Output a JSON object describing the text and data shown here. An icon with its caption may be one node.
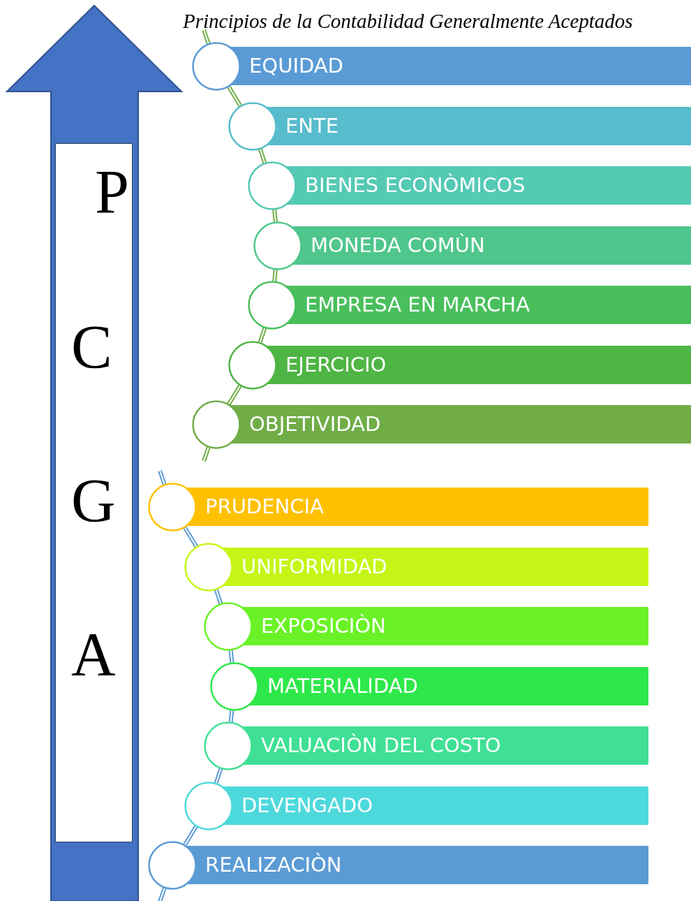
{
  "diagram": {
    "title": "Principios de la Contabilidad Generalmente Aceptados",
    "nodes": [
      {
        "text": [
          "P",
          "C",
          "G",
          "A"
        ]
      },
      {
        "text": [
          "EQUIDAD"
        ]
      },
      {
        "text": [
          "ENTE"
        ]
      },
      {
        "text": [
          "BIENES ECONÒMICOS"
        ]
      },
      {
        "text": [
          "MONEDA COMÙN"
        ]
      },
      {
        "text": [
          "EMPRESA EN MARCHA"
        ]
      },
      {
        "text": [
          "EJERCICIO"
        ]
      },
      {
        "text": [
          "OBJETIVIDAD"
        ]
      },
      {
        "text": [
          "PRUDENCIA"
        ]
      },
      {
        "text": [
          "UNIFORMIDAD"
        ]
      },
      {
        "text": [
          "EXPOSICIÒN"
        ]
      },
      {
        "text": [
          "MATERIALIDAD"
        ]
      },
      {
        "text": [
          "VALUACIÒN DEL COSTO"
        ]
      },
      {
        "text": [
          "DEVENGADO"
        ]
      },
      {
        "text": [
          "REALIZACIÒN"
        ]
      }
    ],
    "edges": [
      {
        "from": null,
        "to": 1,
        "arrow": "none",
        "color": "#70ad47"
      },
      {
        "from": 1,
        "to": 2,
        "arrow": "none",
        "color": "#70ad47"
      },
      {
        "from": 2,
        "to": 3,
        "arrow": "none",
        "color": "#70ad47"
      },
      {
        "from": 3,
        "to": 4,
        "arrow": "none",
        "color": "#70ad47"
      },
      {
        "from": 4,
        "to": 5,
        "arrow": "none",
        "color": "#70ad47"
      },
      {
        "from": 5,
        "to": 6,
        "arrow": "none",
        "color": "#70ad47"
      },
      {
        "from": 6,
        "to": 7,
        "arrow": "none",
        "color": "#70ad47"
      },
      {
        "from": 7,
        "to": null,
        "arrow": "none",
        "color": "#70ad47"
      },
      {
        "from": null,
        "to": 8,
        "arrow": "none",
        "color": "#5b9bd5"
      },
      {
        "from": 8,
        "to": 9,
        "arrow": "none",
        "color": "#5b9bd5"
      },
      {
        "from": 9,
        "to": 10,
        "arrow": "none",
        "color": "#5b9bd5"
      },
      {
        "from": 10,
        "to": 11,
        "arrow": "none",
        "color": "#5b9bd5"
      },
      {
        "from": 11,
        "to": 12,
        "arrow": "none",
        "color": "#5b9bd5"
      },
      {
        "from": 12,
        "to": 13,
        "arrow": "none",
        "color": "#5b9bd5"
      },
      {
        "from": 13,
        "to": 14,
        "arrow": "none",
        "color": "#5b9bd5"
      },
      {
        "from": 14,
        "to": null,
        "arrow": "none",
        "color": "#5b9bd5"
      }
    ]
  }
}
